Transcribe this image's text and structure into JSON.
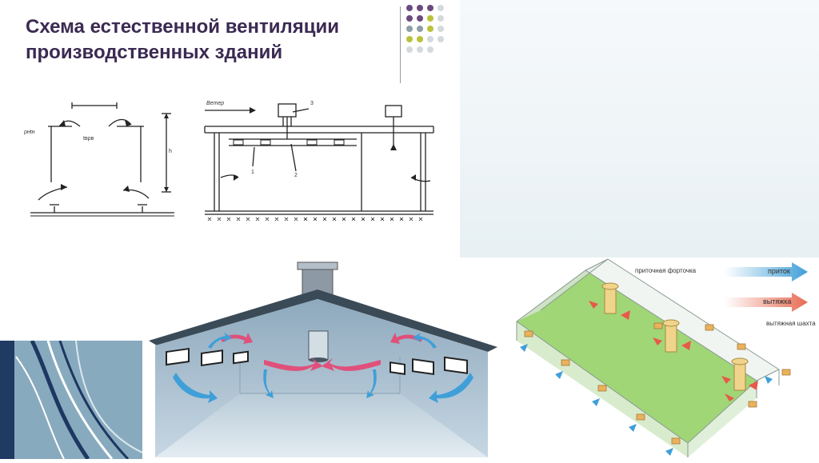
{
  "slide": {
    "title_line1": "Схема естественной вентиляции",
    "title_line2": "производственных зданий"
  },
  "schematic_left": {
    "label_p_out": "ρнtн",
    "label_p_in": "tвρв",
    "label_height": "h"
  },
  "schematic_building": {
    "wind_label": "Ветер",
    "callouts": [
      "1",
      "2",
      "3"
    ]
  },
  "diagram_3d": {
    "label_supply_vent": "приточная форточка",
    "label_exhaust_shaft": "вытяжная шахта",
    "legend_supply": "приток",
    "legend_exhaust": "вытяжка"
  },
  "colors": {
    "title": "#3b2a52",
    "dot_purple": "#6b4a7e",
    "dot_gray": "#8e9ea6",
    "dot_olive": "#b9c23a",
    "dot_light": "#d4d9dc",
    "supply_arrow": "#3f9fd8",
    "exhaust_arrow": "#e86b52"
  }
}
